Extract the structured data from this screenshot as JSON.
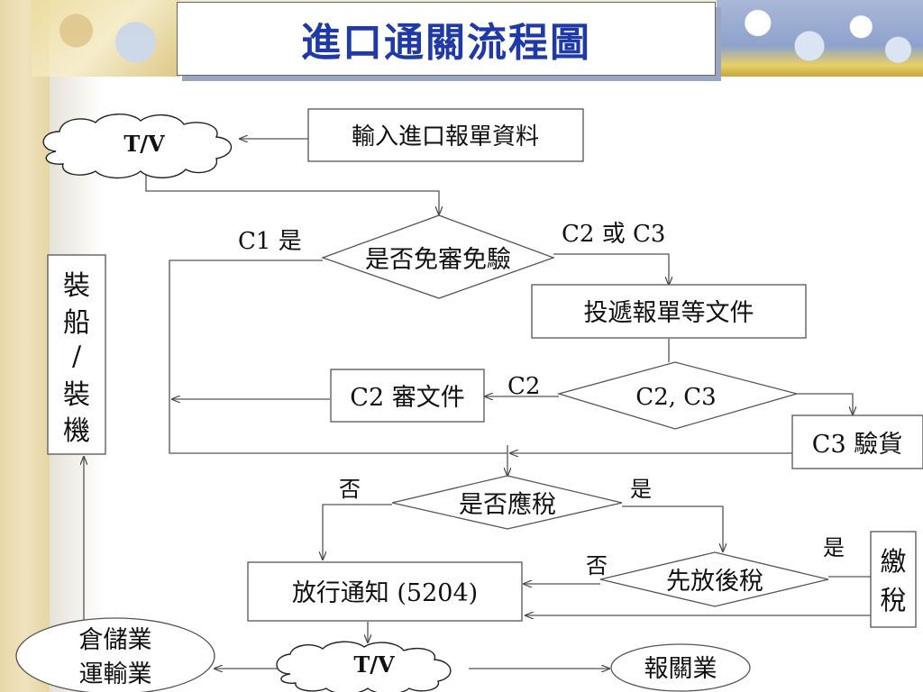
{
  "title": "進口通關流程圖",
  "nodes": {
    "tv_top": "T/V",
    "input_declaration": "輸入進口報單資料",
    "exempt_check": "是否免審免驗",
    "submit_docs": "投遞報單等文件",
    "c2_c3_branch": "C2, C3",
    "c2_review": "C2 審文件",
    "c3_inspection": "C3 驗貨",
    "shipping_loading": [
      "裝",
      "船",
      "/",
      "裝",
      "機"
    ],
    "taxable_check": "是否應稅",
    "release_first_tax_later": "先放後稅",
    "pay_tax": [
      "繳",
      "稅"
    ],
    "release_notice": "放行通知 (5204)",
    "tv_bottom": "T/V",
    "warehouse_transport": [
      "倉儲業",
      "運輸業"
    ],
    "customs_broker": "報關業"
  },
  "edge_labels": {
    "c1_yes": "C1  是",
    "c2_or_c3": "C2  或  C3",
    "c2": "C2",
    "no_taxable": "否",
    "yes_taxable": "是",
    "no_release_first": "否",
    "yes_pay_tax": "是"
  }
}
